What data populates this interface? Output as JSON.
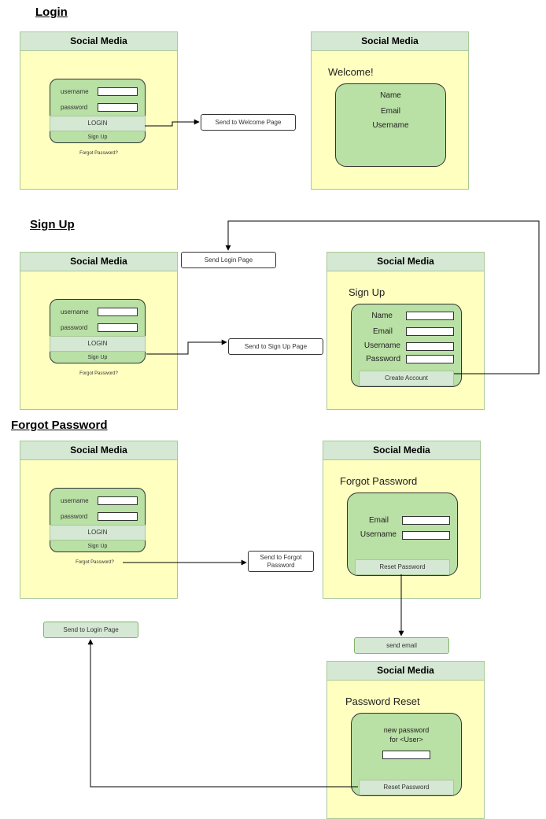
{
  "sections": {
    "login": "Login",
    "signup": "Sign Up",
    "forgot": "Forgot Password"
  },
  "app_title": "Social Media",
  "login_form": {
    "username_label": "username",
    "password_label": "password",
    "login_button": "LOGIN",
    "signup_link": "Sign Up",
    "forgot_link": "Forgot Password?"
  },
  "welcome_page": {
    "heading": "Welcome!",
    "fields": [
      "Name",
      "Email",
      "Username"
    ]
  },
  "signup_page": {
    "heading": "Sign Up",
    "fields": [
      "Name",
      "Email",
      "Username",
      "Password"
    ],
    "create_button": "Create Account"
  },
  "forgot_page": {
    "heading": "Forgot Password",
    "fields": [
      "Email",
      "Username"
    ],
    "reset_button": "Reset Password"
  },
  "reset_page": {
    "heading": "Password Reset",
    "prompt_line1": "new password",
    "prompt_line2": "for <User>",
    "reset_button": "Reset Password"
  },
  "flow_nodes": {
    "send_welcome": "Send to Welcome Page",
    "send_login_page": "Send Login Page",
    "send_signup_page": "Send to Sign Up Page",
    "send_forgot_line1": "Send to Forgot",
    "send_forgot_line2": "Password",
    "send_to_login": "Send to Login Page",
    "send_email": "send email"
  },
  "colors": {
    "frame_fill": "#ffffc0",
    "header_fill": "#d5e8d4",
    "panel_fill": "#b9e0a5",
    "edge": "#000000"
  }
}
